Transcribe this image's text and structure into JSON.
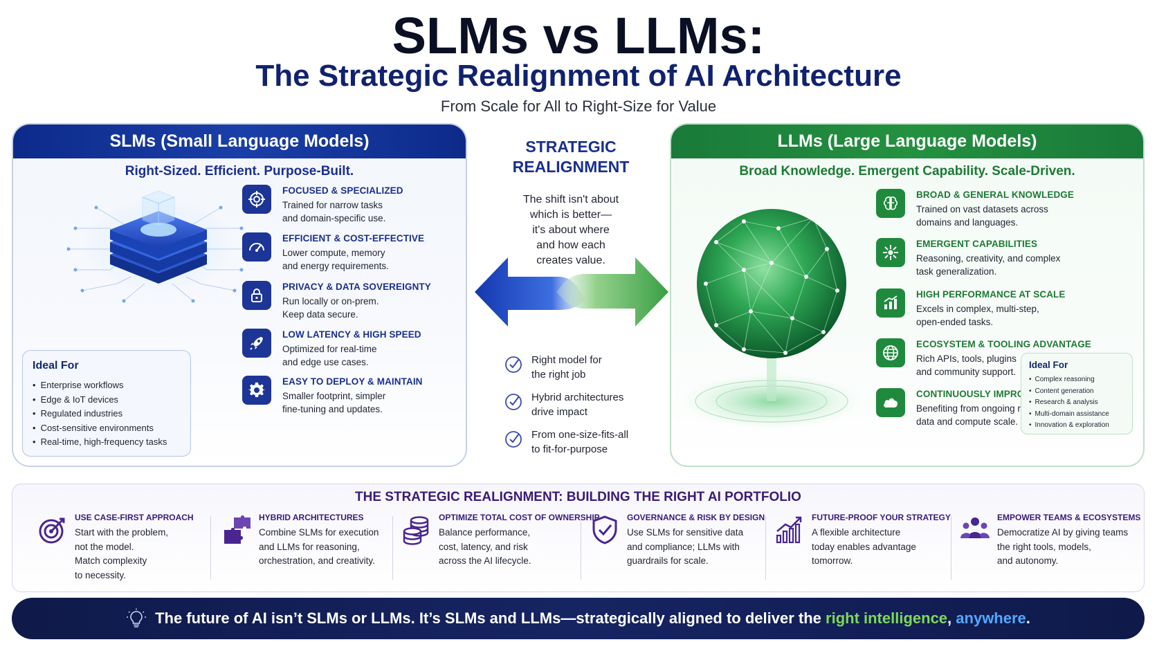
{
  "header": {
    "title": "SLMs vs LLMs:",
    "subtitle": "The Strategic Realignment of AI Architecture",
    "tagline": "From Scale for All to Right-Size for Value"
  },
  "slm": {
    "header": "SLMs (Small Language Models)",
    "tagline": "Right-Sized. Efficient. Purpose-Built.",
    "features": [
      {
        "title": "FOCUSED & SPECIALIZED",
        "desc1": "Trained for narrow tasks",
        "desc2": "and domain-specific use.",
        "icon": "target-icon"
      },
      {
        "title": "EFFICIENT & COST-EFFECTIVE",
        "desc1": "Lower compute, memory",
        "desc2": "and energy requirements.",
        "icon": "gauge-icon"
      },
      {
        "title": "PRIVACY & DATA SOVEREIGNTY",
        "desc1": "Run locally or on-prem.",
        "desc2": "Keep data secure.",
        "icon": "lock-icon"
      },
      {
        "title": "LOW LATENCY & HIGH SPEED",
        "desc1": "Optimized for real-time",
        "desc2": "and edge use cases.",
        "icon": "rocket-icon"
      },
      {
        "title": "EASY TO DEPLOY & MAINTAIN",
        "desc1": "Smaller footprint, simpler",
        "desc2": "fine-tuning and updates.",
        "icon": "gear-icon"
      }
    ],
    "ideal": {
      "title": "Ideal For",
      "items": [
        "Enterprise workflows",
        "Edge & IoT devices",
        "Regulated industries",
        "Cost-sensitive environments",
        "Real-time, high-frequency tasks"
      ]
    }
  },
  "llm": {
    "header": "LLMs (Large Language Models)",
    "tagline": "Broad Knowledge. Emergent Capability. Scale-Driven.",
    "features": [
      {
        "title": "BROAD & GENERAL KNOWLEDGE",
        "desc1": "Trained on vast datasets across",
        "desc2": "domains and languages.",
        "icon": "brain-icon"
      },
      {
        "title": "EMERGENT CAPABILITIES",
        "desc1": "Reasoning, creativity, and complex",
        "desc2": "task generalization.",
        "icon": "sparkle-icon"
      },
      {
        "title": "HIGH PERFORMANCE AT SCALE",
        "desc1": "Excels in complex, multi-step,",
        "desc2": "open-ended tasks.",
        "icon": "chart-up-icon"
      },
      {
        "title": "ECOSYSTEM & TOOLING ADVANTAGE",
        "desc1": "Rich APIs, tools, plugins",
        "desc2": "and community support.",
        "icon": "globe-icon"
      },
      {
        "title": "CONTINUOUSLY IMPROVING",
        "desc1": "Benefiting from ongoing research,",
        "desc2": "data and compute scale.",
        "icon": "cloud-icon"
      }
    ],
    "ideal": {
      "title": "Ideal For",
      "items": [
        "Complex reasoning",
        "Content generation",
        "Research & analysis",
        "Multi-domain assistance",
        "Innovation & exploration"
      ]
    }
  },
  "center": {
    "title_line1": "STRATEGIC",
    "title_line2": "REALIGNMENT",
    "body": [
      "The shift isn't about",
      "which is better—",
      "it's about where",
      "and how each",
      "creates value."
    ],
    "checks": [
      {
        "line1": "Right model for",
        "line2": "the right job"
      },
      {
        "line1": "Hybrid architectures",
        "line2": "drive impact"
      },
      {
        "line1": "From one-size-fits-all",
        "line2": "to fit-for-purpose"
      }
    ]
  },
  "portfolio": {
    "title": "THE STRATEGIC REALIGNMENT: BUILDING THE RIGHT AI PORTFOLIO",
    "items": [
      {
        "title": "USE CASE-FIRST APPROACH",
        "lines": [
          "Start with the problem,",
          "not the model.",
          "Match complexity",
          "to necessity."
        ],
        "icon": "bullseye-icon"
      },
      {
        "title": "HYBRID ARCHITECTURES",
        "lines": [
          "Combine SLMs for execution",
          "and LLMs for reasoning,",
          "orchestration, and creativity."
        ],
        "icon": "puzzle-icon"
      },
      {
        "title": "OPTIMIZE TOTAL COST OF OWNERSHIP",
        "lines": [
          "Balance performance,",
          "cost, latency, and risk",
          "across the AI lifecycle."
        ],
        "icon": "coins-icon"
      },
      {
        "title": "GOVERNANCE & RISK BY DESIGN",
        "lines": [
          "Use SLMs for sensitive data",
          "and compliance; LLMs with",
          "guardrails for scale."
        ],
        "icon": "shield-check-icon"
      },
      {
        "title": "FUTURE-PROOF YOUR STRATEGY",
        "lines": [
          "A flexible architecture",
          "today enables advantage",
          "tomorrow."
        ],
        "icon": "growth-chart-icon"
      },
      {
        "title": "EMPOWER TEAMS & ECOSYSTEMS",
        "lines": [
          "Democratize AI by giving teams",
          "the right tools, models,",
          "and autonomy."
        ],
        "icon": "team-icon"
      }
    ]
  },
  "footer": {
    "text_main": "The future of AI isn’t SLMs or LLMs. It’s SLMs and LLMs—strategically aligned to deliver the ",
    "text_green": "right intelligence",
    "text_comma": ", ",
    "text_blue": "anywhere",
    "text_end": "."
  },
  "colors": {
    "slm_accent": "#1d3596",
    "llm_accent": "#1f8a3d",
    "portfolio_accent": "#3a1a78",
    "footer_bg": "#0f1a4a"
  }
}
